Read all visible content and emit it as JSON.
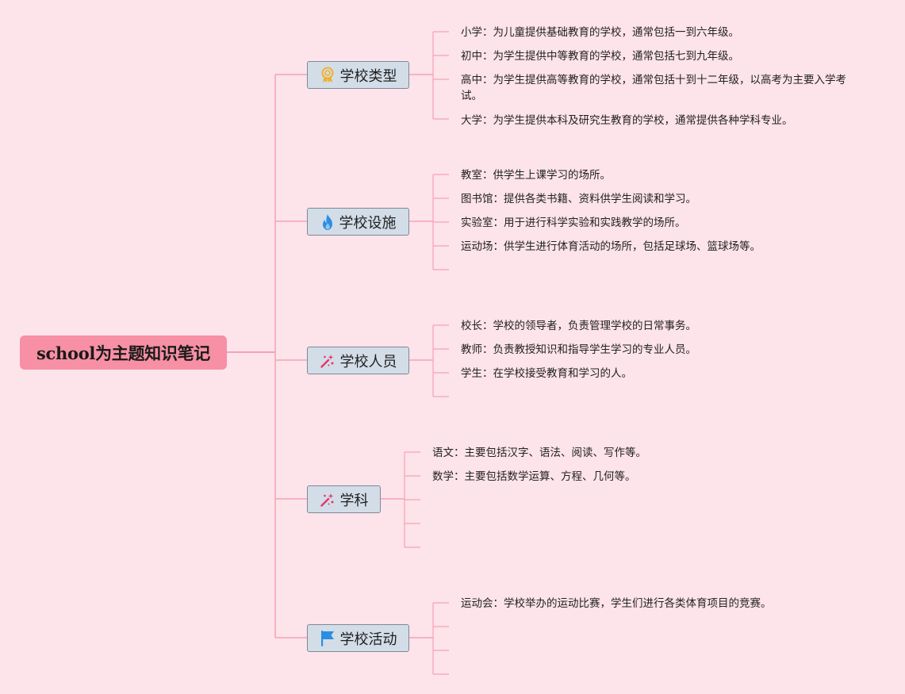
{
  "root": {
    "title": "school为主题知识笔记"
  },
  "branches": [
    {
      "label": "学校类型",
      "icon": "ribbon-badge-icon",
      "items": [
        "小学：为儿童提供基础教育的学校，通常包括一到六年级。",
        "初中：为学生提供中等教育的学校，通常包括七到九年级。",
        "高中：为学生提供高等教育的学校，通常包括十到十二年级，以高考为主要入学考试。",
        "大学：为学生提供本科及研究生教育的学校，通常提供各种学科专业。"
      ]
    },
    {
      "label": "学校设施",
      "icon": "fire-icon",
      "items": [
        "教室：供学生上课学习的场所。",
        "图书馆：提供各类书籍、资料供学生阅读和学习。",
        "实验室：用于进行科学实验和实践教学的场所。",
        "运动场：供学生进行体育活动的场所，包括足球场、篮球场等。"
      ]
    },
    {
      "label": "学校人员",
      "icon": "magic-wand-icon",
      "items": [
        "校长：学校的领导者，负责管理学校的日常事务。",
        "教师：负责教授知识和指导学生学习的专业人员。",
        "学生：在学校接受教育和学习的人。"
      ]
    },
    {
      "label": "学科",
      "icon": "magic-wand-icon",
      "items": [
        "语文：主要包括汉字、语法、阅读、写作等。",
        "数学：主要包括数学运算、方程、几何等。"
      ]
    },
    {
      "label": "学校活动",
      "icon": "flag-icon",
      "items": [
        "运动会：学校举办的运动比赛，学生们进行各类体育项目的竞赛。"
      ]
    }
  ],
  "colors": {
    "background": "#fde3ea",
    "root_fill": "#f78fa5",
    "branch_fill": "#d3dde8",
    "branch_border": "#7d8a95",
    "connector": "#f4a3b6",
    "icon_gold": "#f2b02a",
    "icon_blue": "#2d8de3",
    "icon_magenta": "#e8356a"
  }
}
